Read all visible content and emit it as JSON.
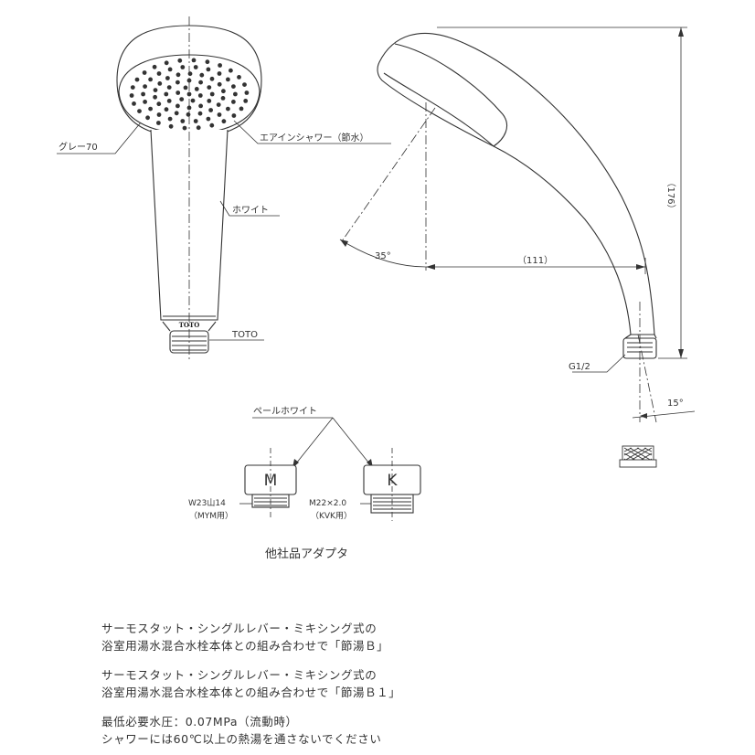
{
  "labels": {
    "grey": "グレー70",
    "air_in": "エアインシャワー（節水）",
    "white": "ホワイト",
    "toto": "TOTO",
    "logo": "TOTO",
    "angle_35": "35°",
    "dim_111": "（111）",
    "dim_176": "（176）",
    "g12": "G1/2",
    "angle_15": "15°",
    "pale_white": "ペールホワイト",
    "adapter_m": "M",
    "adapter_k": "K",
    "w23": "W23山14",
    "mym": "（MYM用）",
    "m22": "M22×2.0",
    "kvk": "（KVK用）",
    "caption": "他社品アダプタ"
  },
  "notes": [
    "サーモスタット・シングルレバー・ミキシング式の",
    "浴室用湯水混合水栓本体との組み合わせで「節湯Ｂ」",
    "サーモスタット・シングルレバー・ミキシング式の",
    "浴室用湯水混合水栓本体との組み合わせで「節湯Ｂ１」",
    "最低必要水圧：0.07MPa（流動時）",
    "シャワーには60℃以上の熱湯を通さないでください"
  ]
}
